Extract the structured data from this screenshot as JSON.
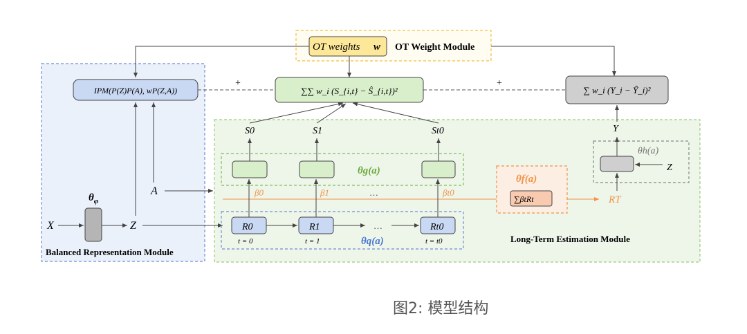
{
  "colors": {
    "blue_border": "#6f8fd6",
    "blue_fill": "#c9d8f3",
    "green_border": "#7fbf5f",
    "green_fill": "#d9efcc",
    "green_text": "#6aab3e",
    "orange": "#f0944a",
    "orange_fill": "#f8cbb0",
    "yellow_fill": "#fde89a",
    "gray_fill": "#cfcfcf",
    "module_bg": "#eef5e9",
    "blue_bg": "#eaf1fb"
  },
  "ot_module": {
    "weights_label": "OT weights",
    "weights_symbol": "w",
    "title": "OT Weight Module"
  },
  "balanced_module": {
    "title": "Balanced Representation Module",
    "ipm_formula": "IPM(P(Z)P(A), wP(Z,A))",
    "x_label": "X",
    "z_label": "Z",
    "a_label": "A",
    "theta_phi": "θ_φ"
  },
  "surrogate_loss": {
    "formula": "∑∑ w_i (S_{i,t} − Ŝ_{i,t})²",
    "plus_left": "+",
    "plus_right": "+"
  },
  "outcome_loss": {
    "formula": "∑ w_i (Y_i − Ŷ_i)²"
  },
  "long_term_module": {
    "title": "Long-Term Estimation Module",
    "s_labels": [
      "S0",
      "S1",
      "St0"
    ],
    "theta_g": "θg(a)",
    "beta_labels": [
      "β0",
      "β1",
      "βt0"
    ],
    "ellipsis": "…",
    "r_labels": [
      "R0",
      "R1",
      "Rt0"
    ],
    "t_labels": [
      "t = 0",
      "t = 1",
      "t = t0"
    ],
    "theta_q": "θq(a)",
    "theta_f": "θf(a)",
    "sum_box": "∑βtRt",
    "r_t": "RT",
    "y_label": "Y",
    "theta_h": "θh(a)",
    "z_label": "Z"
  },
  "caption": "图2: 模型结构"
}
